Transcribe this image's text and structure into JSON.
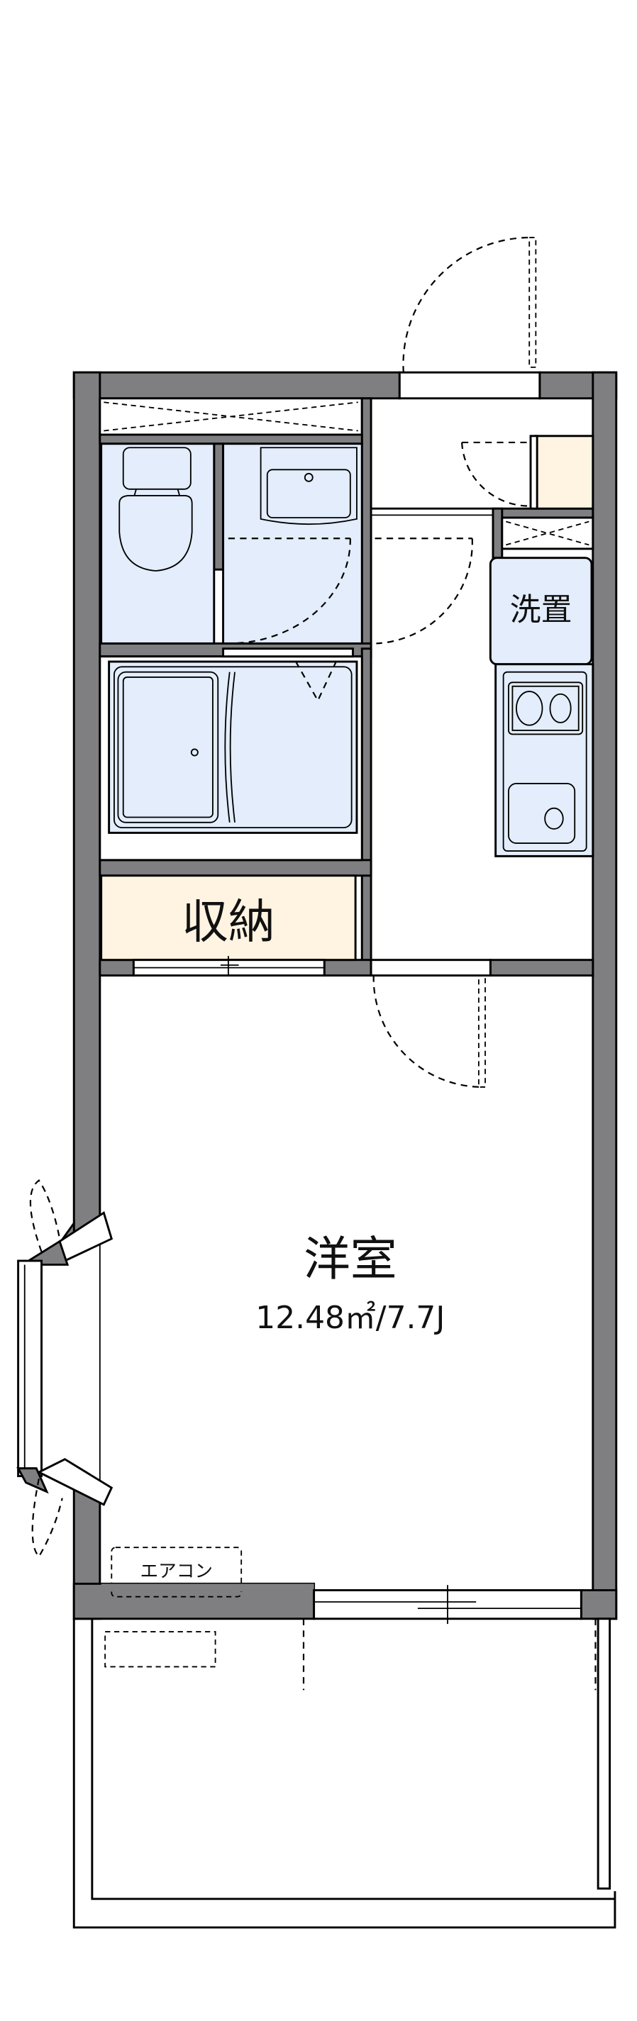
{
  "floor_plan": {
    "rooms": {
      "western_room": {
        "label": "洋室",
        "area": "12.48㎡/7.7J"
      },
      "storage": {
        "label": "収納"
      },
      "laundry_space": {
        "label": "洗置"
      },
      "air_conditioner": {
        "label": "エアコン"
      }
    },
    "fixtures": [
      "toilet",
      "washbasin",
      "bathtub",
      "kitchen-stove",
      "kitchen-sink",
      "shoe-cabinet"
    ],
    "colors": {
      "wall": "#7f7f82",
      "wet_area": "#e3edfb",
      "storage": "#fff4e1",
      "background": "#ffffff"
    }
  }
}
